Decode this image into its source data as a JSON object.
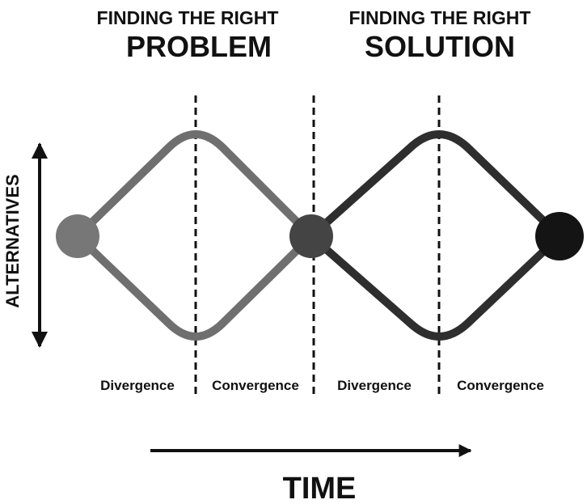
{
  "headings": {
    "problem": {
      "line1": "FINDING THE RIGHT",
      "line2": "PROBLEM"
    },
    "solution": {
      "line1": "FINDING THE RIGHT",
      "line2": "SOLUTION"
    }
  },
  "phases": [
    "Divergence",
    "Convergence",
    "Divergence",
    "Convergence"
  ],
  "axes": {
    "vertical": "ALTERNATIVES",
    "horizontal": "TIME"
  },
  "colors": {
    "diamond_one": "#6f6f6f",
    "diamond_two": "#2e2e2e",
    "node_start": "#777777",
    "node_middle": "#444444",
    "node_end": "#141414",
    "ink": "#111111"
  }
}
